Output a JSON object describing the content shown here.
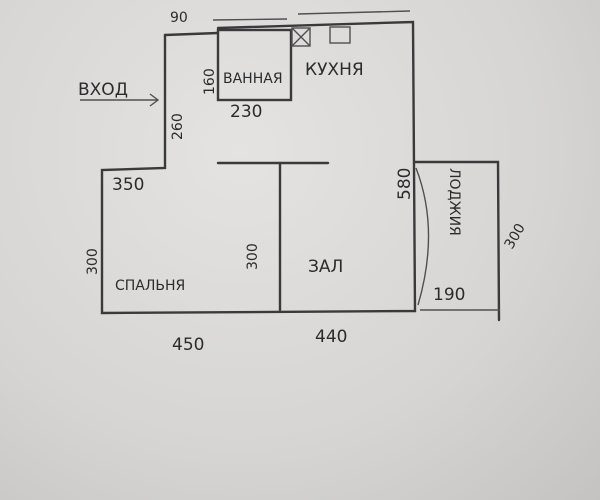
{
  "plan": {
    "rooms": {
      "entrance": "ВХОД",
      "bathroom": "ВАННАЯ",
      "kitchen": "КУХНЯ",
      "bedroom": "СПАЛЬНЯ",
      "hall": "ЗАЛ",
      "loggia": "ЛОДЖИЯ"
    },
    "dimensions": {
      "corridor_top": "90",
      "bath_height": "160",
      "bath_width": "230",
      "corridor_length": "260",
      "bedroom_top": "350",
      "kitchen_height": "580",
      "bedroom_left": "300",
      "partition": "300",
      "loggia_width": "190",
      "loggia_height": "300",
      "bottom_left": "450",
      "bottom_right": "440"
    }
  }
}
